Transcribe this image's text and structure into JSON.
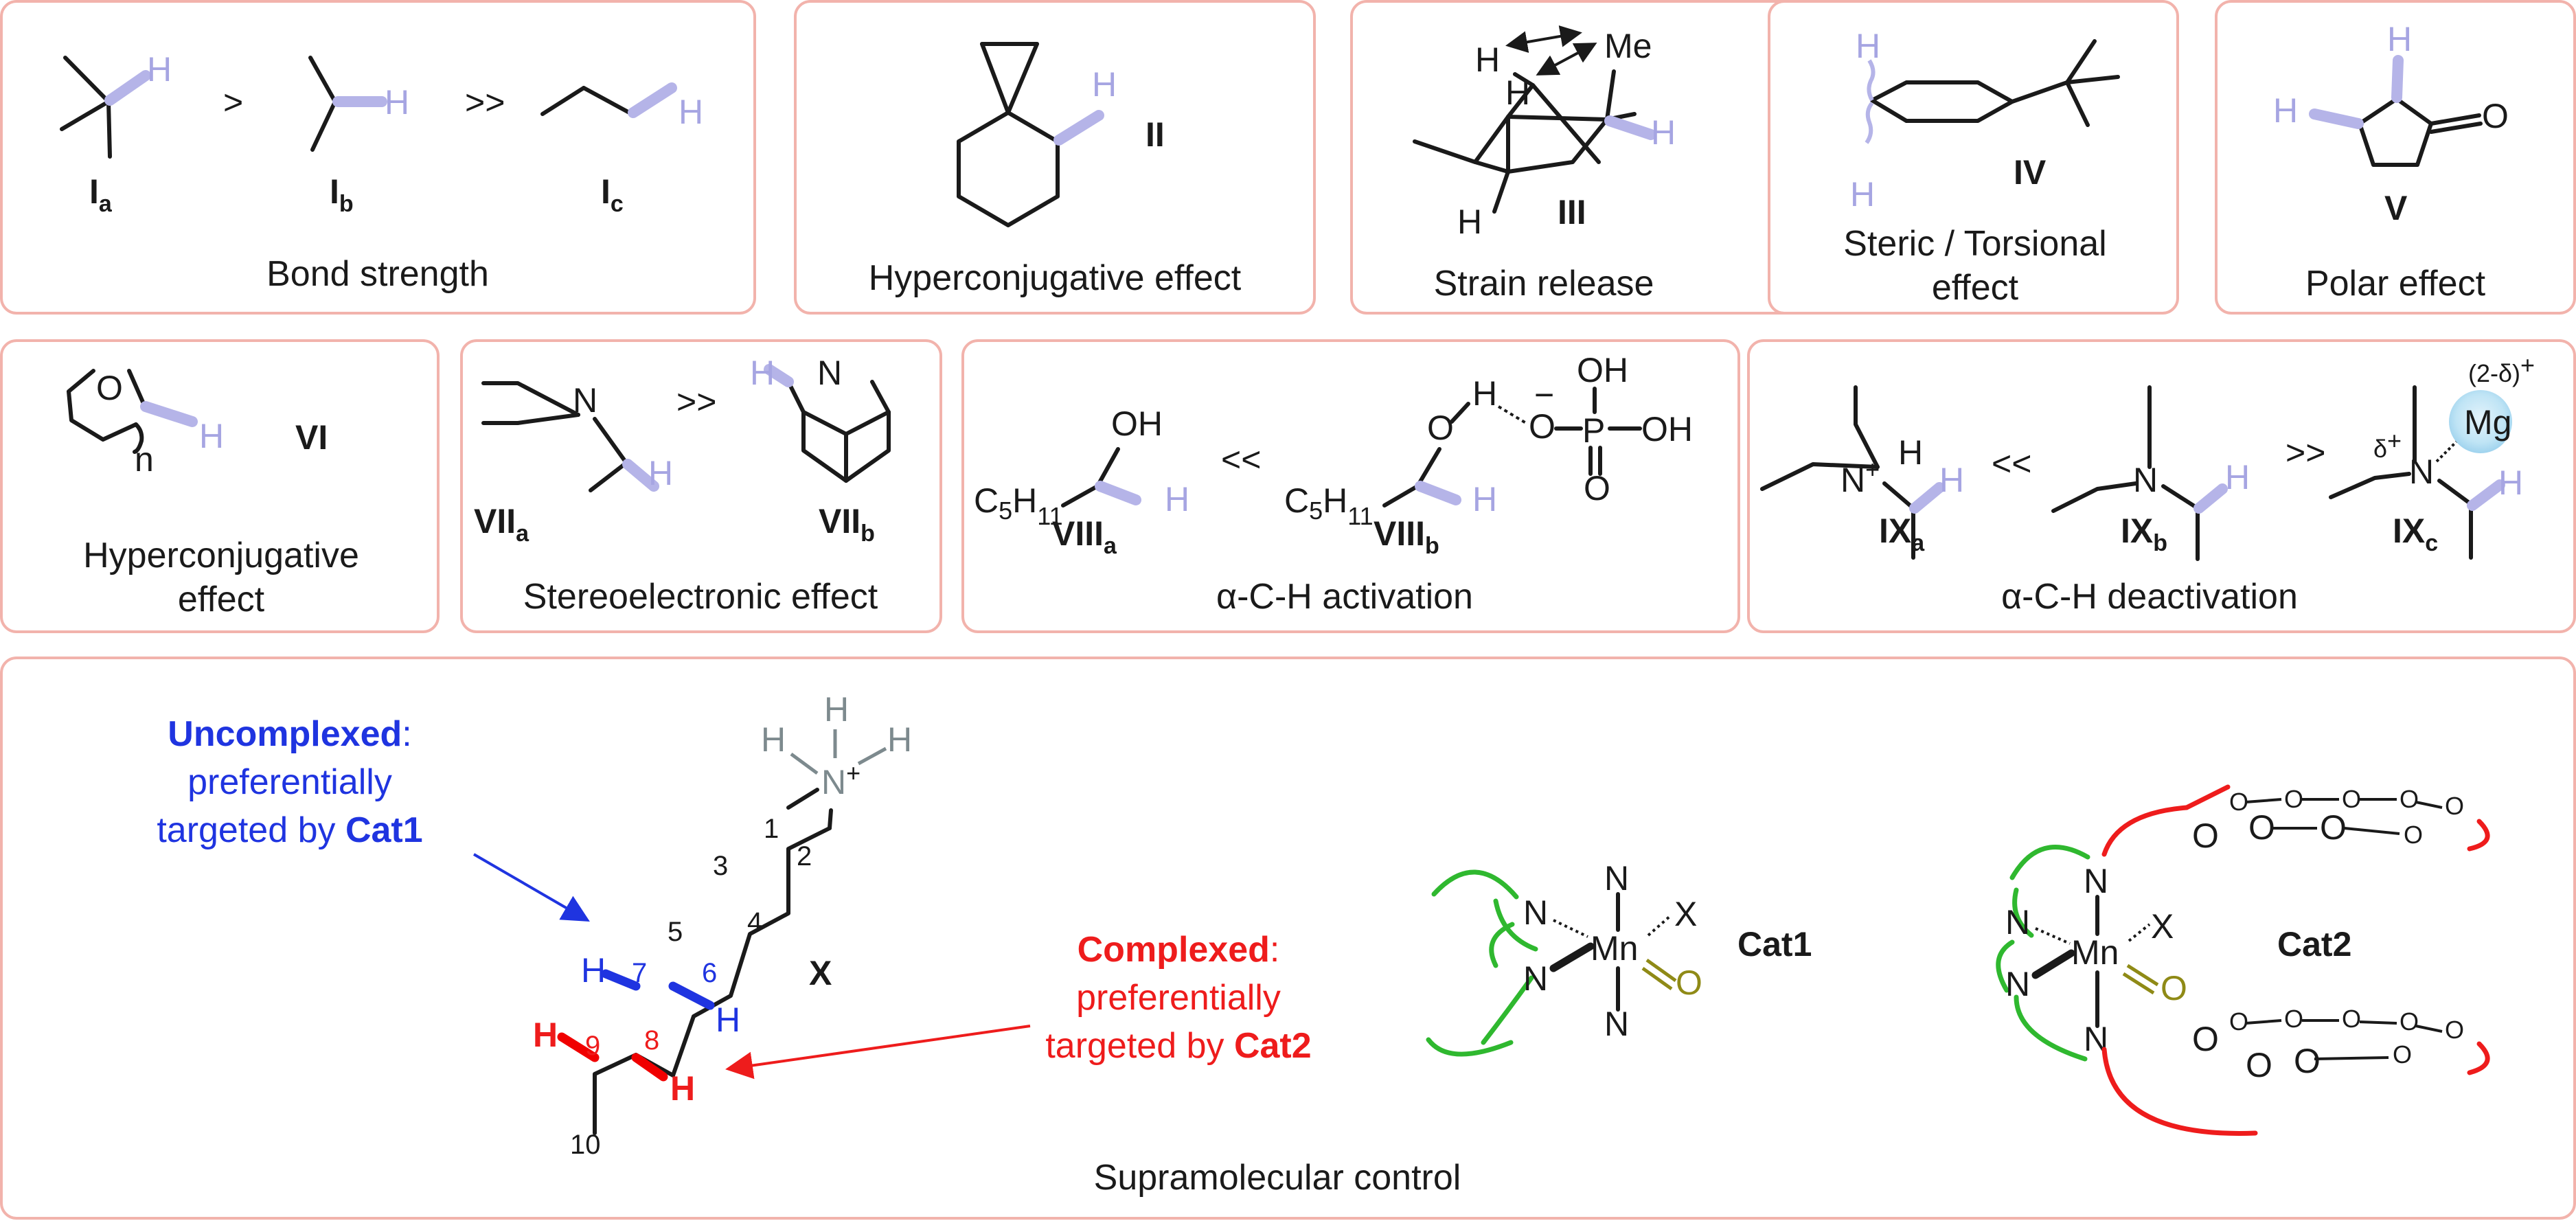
{
  "panels": {
    "bond_strength": {
      "caption": "Bond strength",
      "compound_a": "I",
      "compound_a_sub": "a",
      "compound_b": "I",
      "compound_b_sub": "b",
      "compound_c": "I",
      "compound_c_sub": "c",
      "op1": ">",
      "op2": ">>",
      "h": "H"
    },
    "hyperconjugative_1": {
      "caption": "Hyperconjugative effect",
      "compound": "II",
      "h": "H"
    },
    "strain_release": {
      "caption": "Strain release",
      "compound": "III",
      "me": "Me",
      "h": "H"
    },
    "steric_torsional": {
      "caption_line1": "Steric / Torsional",
      "caption_line2": "effect",
      "compound": "IV",
      "h": "H"
    },
    "polar": {
      "caption": "Polar effect",
      "compound": "V",
      "o": "O",
      "h": "H"
    },
    "hyperconjugative_2": {
      "caption_line1": "Hyperconjugative",
      "caption_line2": "effect",
      "compound": "VI",
      "o": "O",
      "n": "n",
      "h": "H"
    },
    "stereoelectronic": {
      "caption": "Stereoelectronic effect",
      "compound_a": "VII",
      "compound_a_sub": "a",
      "compound_b": "VII",
      "compound_b_sub": "b",
      "op": ">>",
      "n": "N",
      "h": "H"
    },
    "alpha_activation": {
      "caption": "α-C-H activation",
      "compound_a": "VIII",
      "compound_a_sub": "a",
      "compound_b": "VIII",
      "compound_b_sub": "b",
      "op": "<<",
      "oh": "OH",
      "o": "O",
      "p": "P",
      "c5": "C",
      "h11_main": "H",
      "h11_sub": "11",
      "minus": "−",
      "h": "H"
    },
    "alpha_deactivation": {
      "caption": "α-C-H deactivation",
      "compound_a": "IX",
      "compound_a_sub": "a",
      "compound_b": "IX",
      "compound_b_sub": "b",
      "compound_c": "IX",
      "compound_c_sub": "c",
      "op1": "<<",
      "op2": ">>",
      "mg": "Mg",
      "charge": "(2-δ)",
      "charge_sup": "+",
      "delta": "δ",
      "n": "N",
      "plus": "+",
      "h": "H"
    },
    "supramolecular": {
      "caption": "Supramolecular control",
      "compound": "X",
      "uncomplexed_title": "Uncomplexed",
      "uncomplexed_colon": ":",
      "uncomplexed_line2": "preferentially",
      "uncomplexed_line3": "targeted by ",
      "uncomplexed_cat": "Cat1",
      "complexed_title": "Complexed",
      "complexed_colon": ":",
      "complexed_line2": "preferentially",
      "complexed_line3": "targeted by ",
      "complexed_cat": "Cat2",
      "positions": [
        "1",
        "2",
        "3",
        "4",
        "5",
        "6",
        "7",
        "8",
        "9",
        "10"
      ],
      "ammonium_n": "N",
      "ammonium_plus": "+",
      "h": "H",
      "cat1_label": "Cat1",
      "cat2_label": "Cat2",
      "mn": "Mn",
      "x": "X",
      "o": "O",
      "n": "N",
      "crown_o": "O"
    }
  },
  "colors": {
    "panel_border": "#f2b3ac",
    "highlight_h": "#b5b4e8",
    "uncomplexed": "#1f34e0",
    "complexed": "#ee1c1c",
    "ligand_green": "#2fb82f",
    "oxo": "#8f8a16",
    "ammonium": "#7d8a8e"
  }
}
